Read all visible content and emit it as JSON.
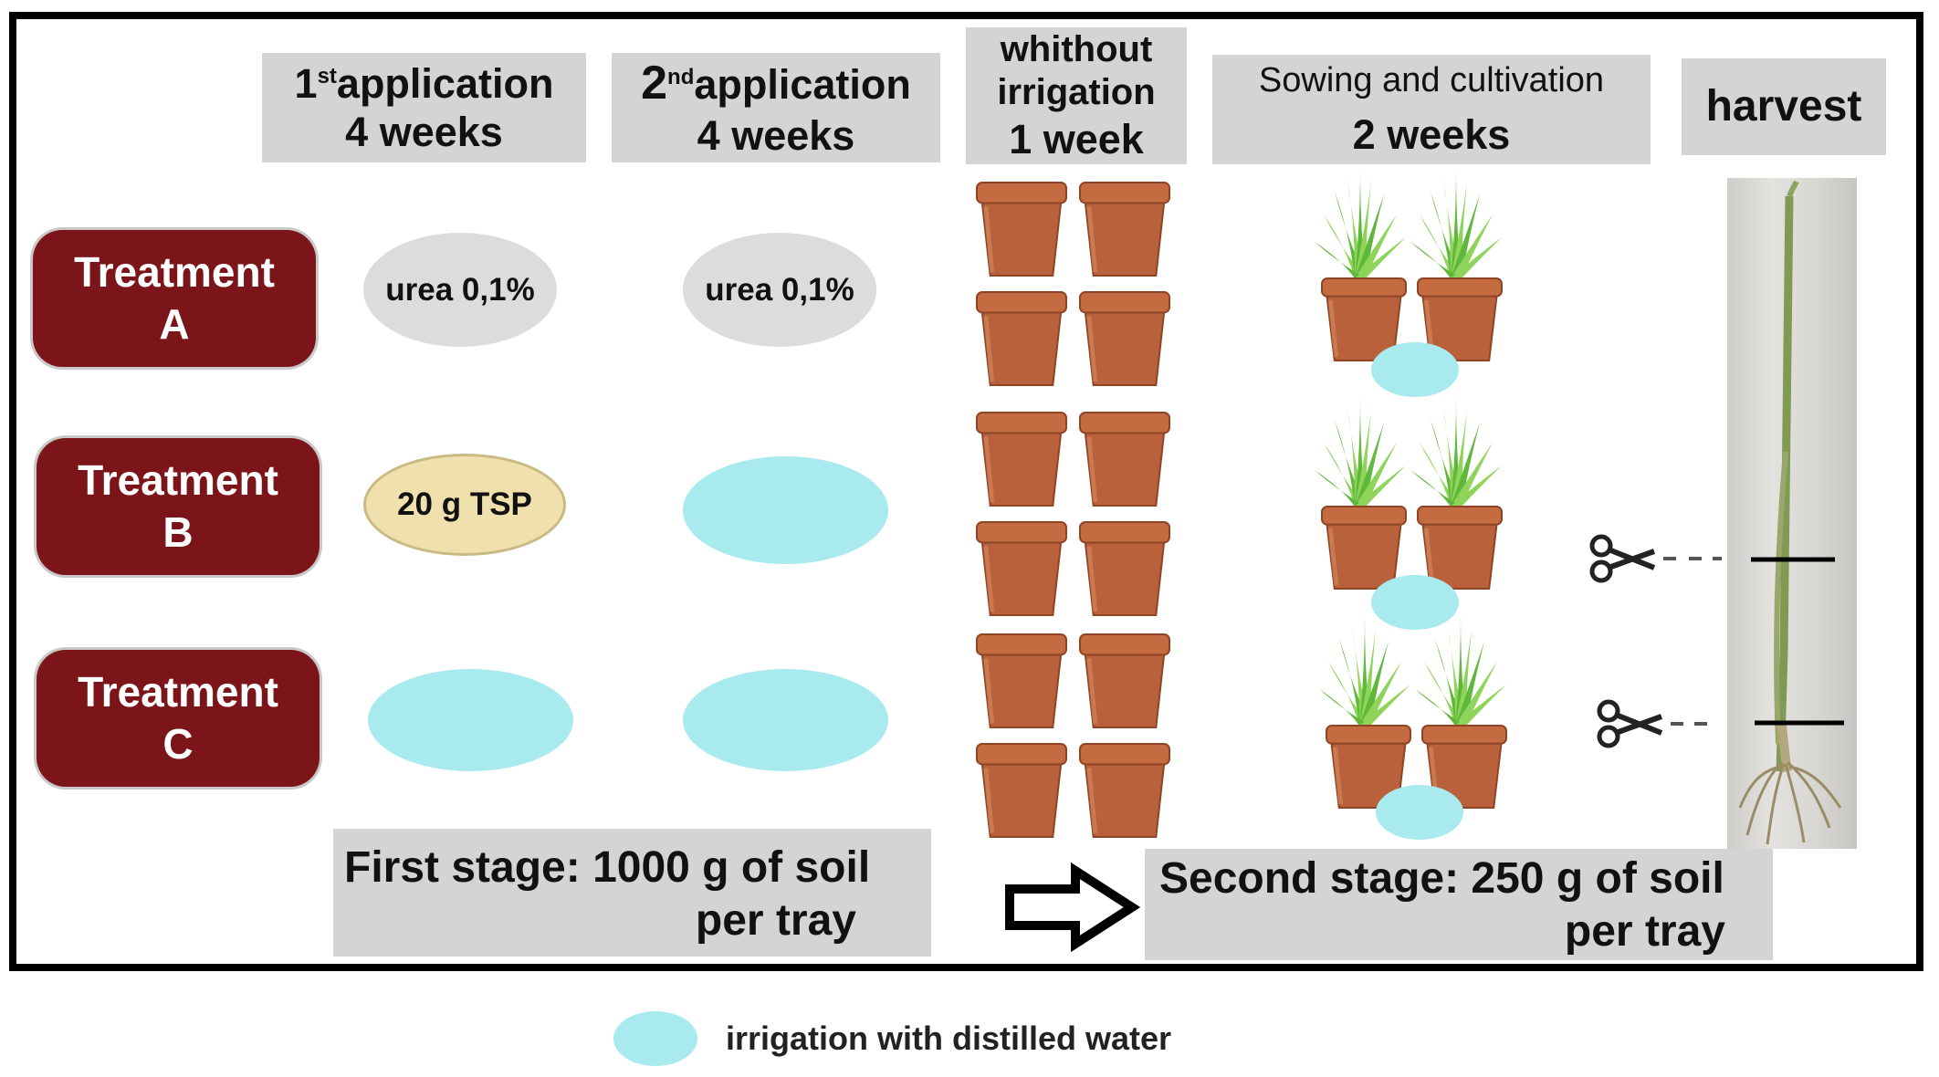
{
  "headers": {
    "first": {
      "num": "1",
      "sup": "st",
      "word": "application",
      "duration": "4 weeks"
    },
    "second": {
      "num": "2",
      "sup": "nd",
      "word": "application",
      "duration": "4 weeks"
    },
    "rest": {
      "line1": "whithout",
      "line2": "irrigation",
      "line3": "1 week"
    },
    "sowing": {
      "line1": "Sowing and cultivation",
      "line2": "2 weeks"
    },
    "harvest": "harvest"
  },
  "treatments": [
    {
      "word": "Treatment",
      "letter": "A",
      "app1": "urea 0,1%",
      "app2": "urea 0,1%"
    },
    {
      "word": "Treatment",
      "letter": "B",
      "app1": "20 g TSP",
      "app2": ""
    },
    {
      "word": "Treatment",
      "letter": "C",
      "app1": "",
      "app2": ""
    }
  ],
  "stages": {
    "first": {
      "line1": "First stage: 1000 g of soil",
      "line2": "per tray"
    },
    "second": {
      "line1": "Second stage: 250 g of soil",
      "line2": "per tray"
    }
  },
  "legend": {
    "water_label": "irrigation with distilled water"
  },
  "colors": {
    "treatment": "#7b1519",
    "water": "#a8eaee",
    "urea": "#dcdcdc",
    "tsp": "#efe0ad",
    "pot": "#b8613a",
    "header_bg": "#d4d4d4"
  },
  "icons": [
    "flower-pot-icon",
    "grass-plant-icon",
    "scissors-icon",
    "arrow-right-icon",
    "plant-photo"
  ]
}
